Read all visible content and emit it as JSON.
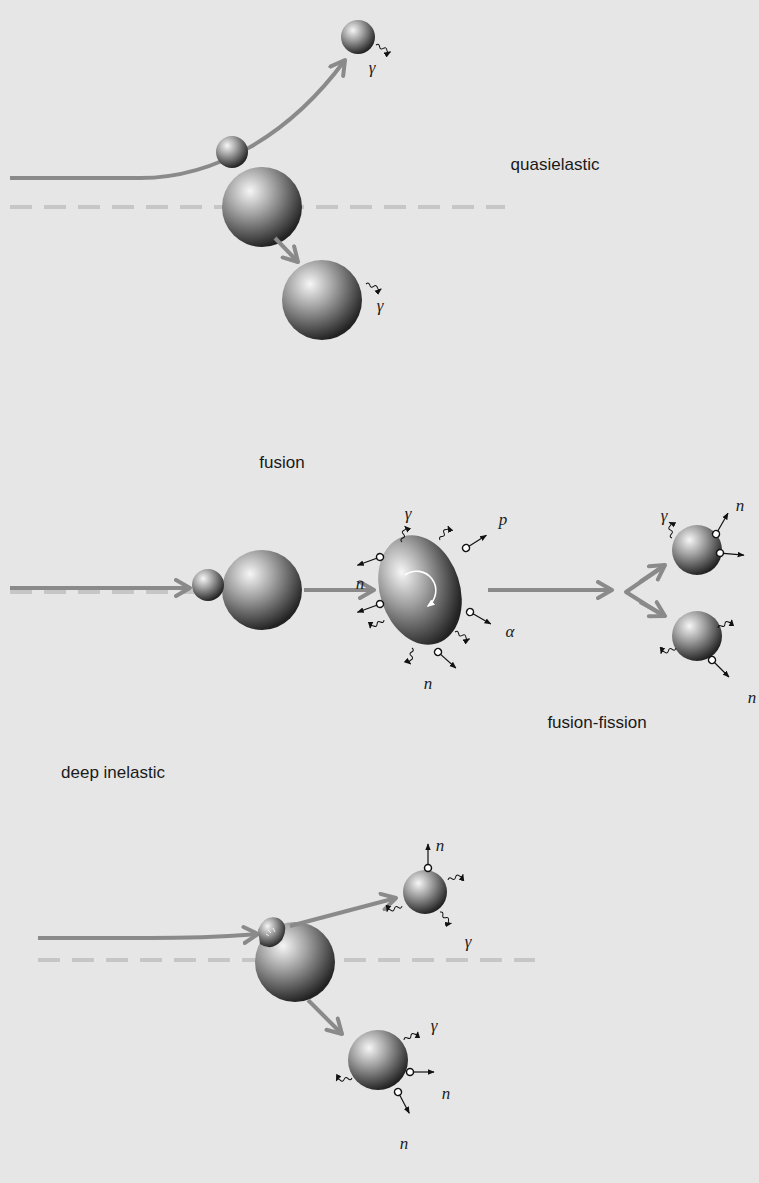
{
  "diagram": {
    "labels": [
      "γ",
      "quasielastic",
      "γ",
      "fusion",
      "γ",
      "p",
      "γ",
      "n",
      "n",
      "α",
      "n",
      "n",
      "fusion-fission",
      "deep inelastic",
      "n",
      "γ",
      "γ",
      "n",
      "n"
    ]
  }
}
